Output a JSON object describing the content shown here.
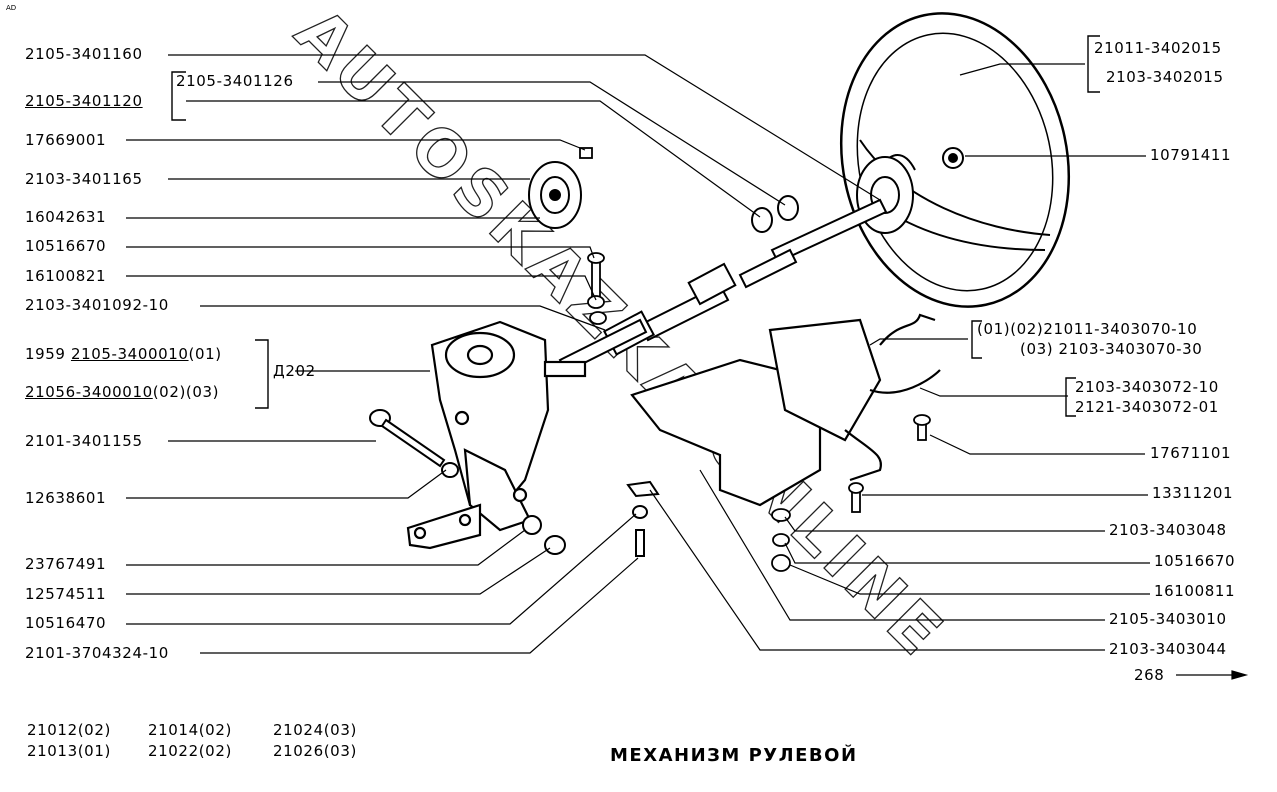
{
  "corner_mark": "AD",
  "title": "МЕХАНИЗМ  РУЛЕВОЙ",
  "watermark": "AUTOSKAZKA.ONLINE",
  "left_labels": [
    "2105-3401160",
    "2105-3401120",
    "17669001",
    "2103-3401165",
    "16042631",
    "10516670",
    "16100821",
    "2103-3401092-10",
    "2101-3401155",
    "12638601",
    "23767491",
    "12574511",
    "10516470",
    "2101-3704324-10"
  ],
  "bracket_label_1": "2105-3401126",
  "gearbox_group": {
    "line1_prefix": "1959",
    "line1_part": "2105-3400010",
    "line1_suffix": "(01)",
    "line2_part": "21056-3400010",
    "line2_suffix": "(02)(03)",
    "ref": "Д202"
  },
  "right_labels": [
    "21011-3402015",
    "2103-3402015",
    "10791411",
    "(01)(02)21011-3403070-10",
    "(03)  2103-3403070-30",
    "2103-3403072-10",
    "2121-3403072-01",
    "17671101",
    "13311201",
    "2103-3403048",
    "10516670",
    "16100811",
    "2105-3403010",
    "2103-3403044"
  ],
  "page_ref": "268",
  "models": [
    [
      "21012(02)",
      "21014(02)",
      "21024(03)"
    ],
    [
      "21013(01)",
      "21022(02)",
      "21026(03)"
    ]
  ]
}
